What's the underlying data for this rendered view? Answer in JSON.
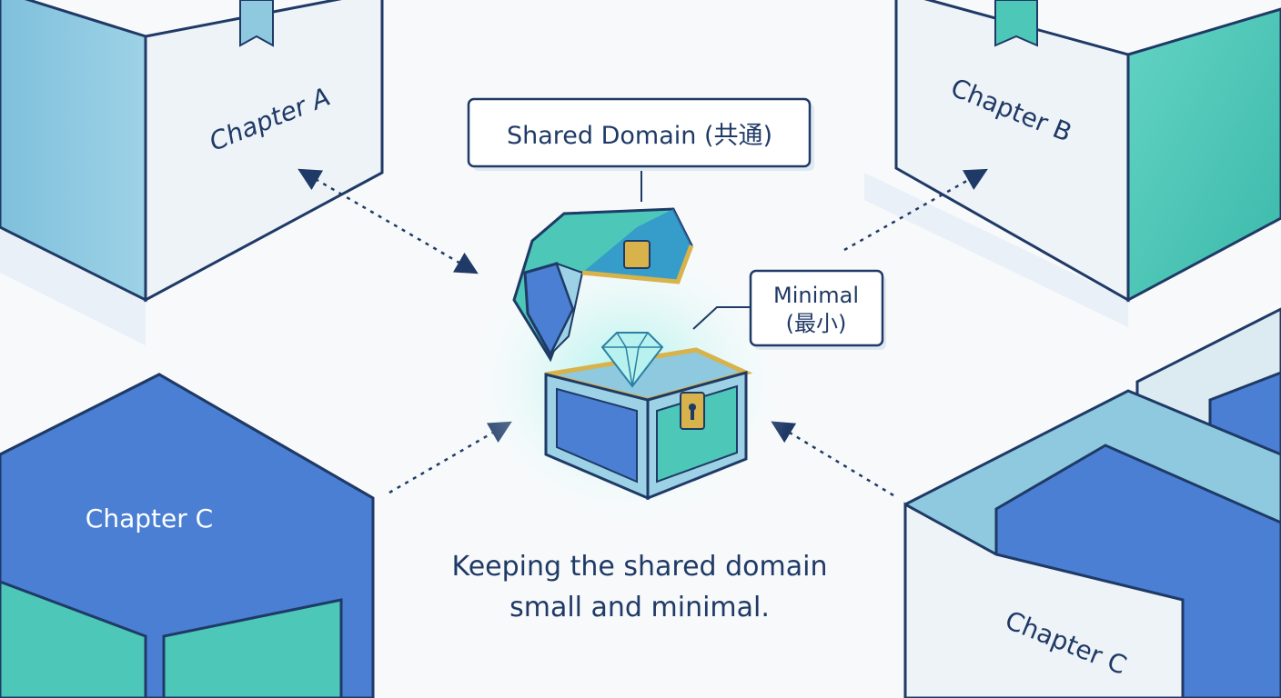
{
  "chapters": {
    "a": {
      "label": "Chapter A"
    },
    "b": {
      "label": "Chapter B"
    },
    "c_left": {
      "label": "Chapter C"
    },
    "c_right": {
      "label": "Chapter C"
    }
  },
  "shared_domain": {
    "label": "Shared Domain (共通)"
  },
  "minimal": {
    "line1": "Minimal",
    "line2": "(最小)"
  },
  "caption": {
    "line1": "Keeping the shared domain",
    "line2": "small and minimal."
  },
  "colors": {
    "navy": "#1f3a66",
    "light_blue": "#8ec9df",
    "teal": "#4cc7b8",
    "royal_blue": "#4a7fd4",
    "pale": "#eef3f8",
    "gold": "#d8b24a"
  }
}
